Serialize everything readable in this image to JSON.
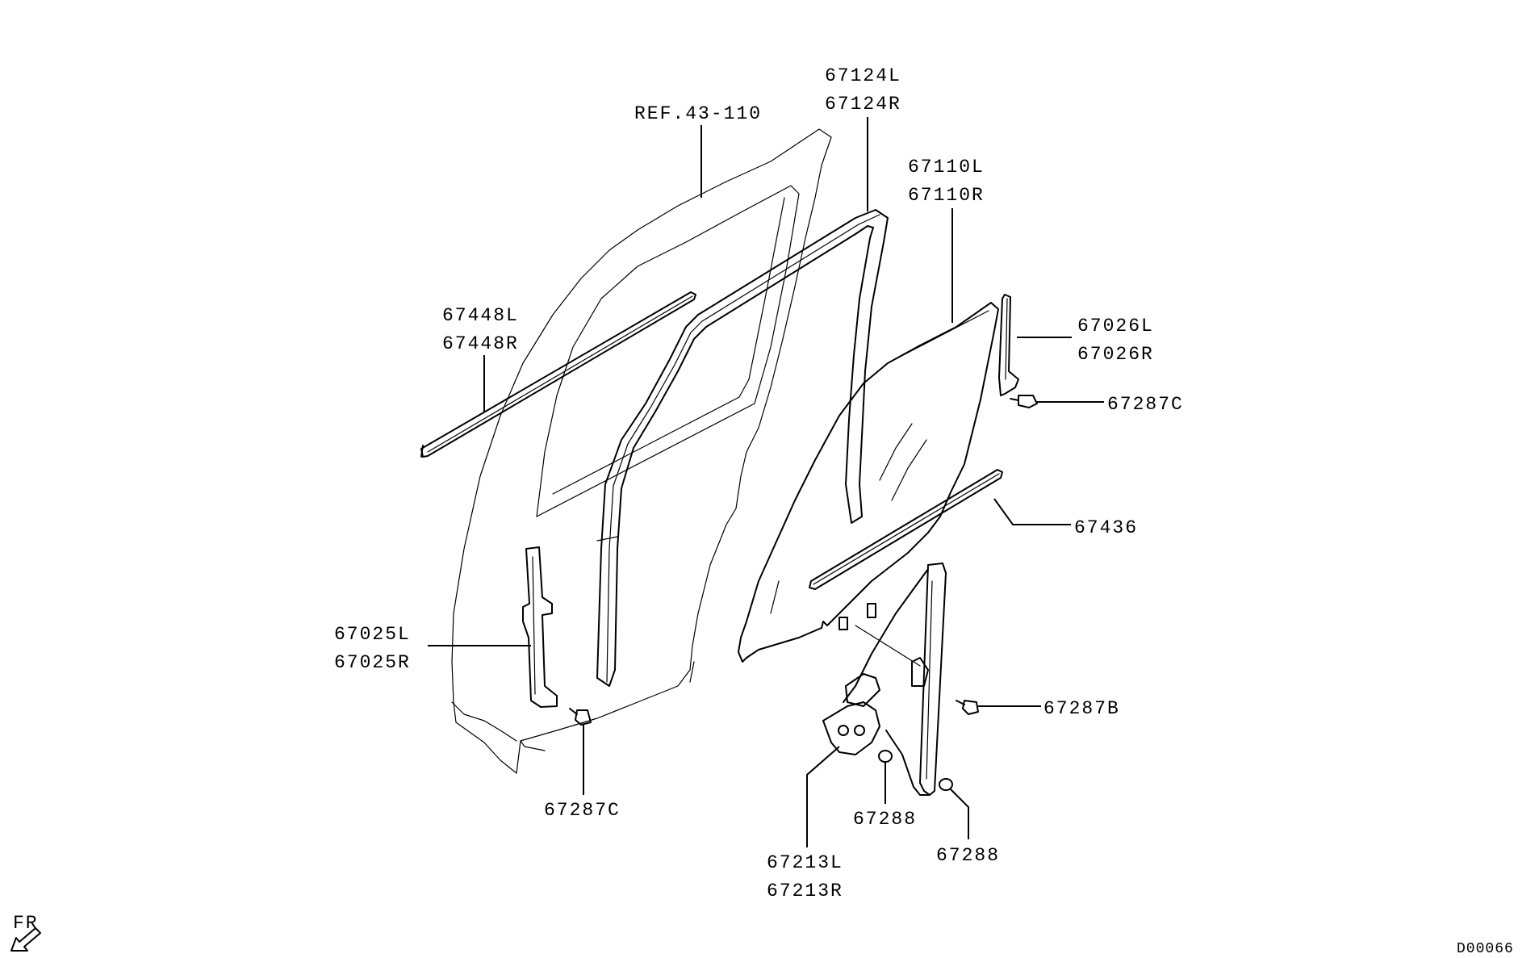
{
  "diagram": {
    "labels": {
      "ref_43_110": "REF.43-110",
      "p67124L": "67124L",
      "p67124R": "67124R",
      "p67110L": "67110L",
      "p67110R": "67110R",
      "p67448L": "67448L",
      "p67448R": "67448R",
      "p67026L": "67026L",
      "p67026R": "67026R",
      "p67287C_upper": "67287C",
      "p67436": "67436",
      "p67025L": "67025L",
      "p67025R": "67025R",
      "p67287B": "67287B",
      "p67287C_lower": "67287C",
      "p67288_left": "67288",
      "p67288_right": "67288",
      "p67213L": "67213L",
      "p67213R": "67213R",
      "fr": "FR",
      "diagram_id": "D00066"
    }
  }
}
